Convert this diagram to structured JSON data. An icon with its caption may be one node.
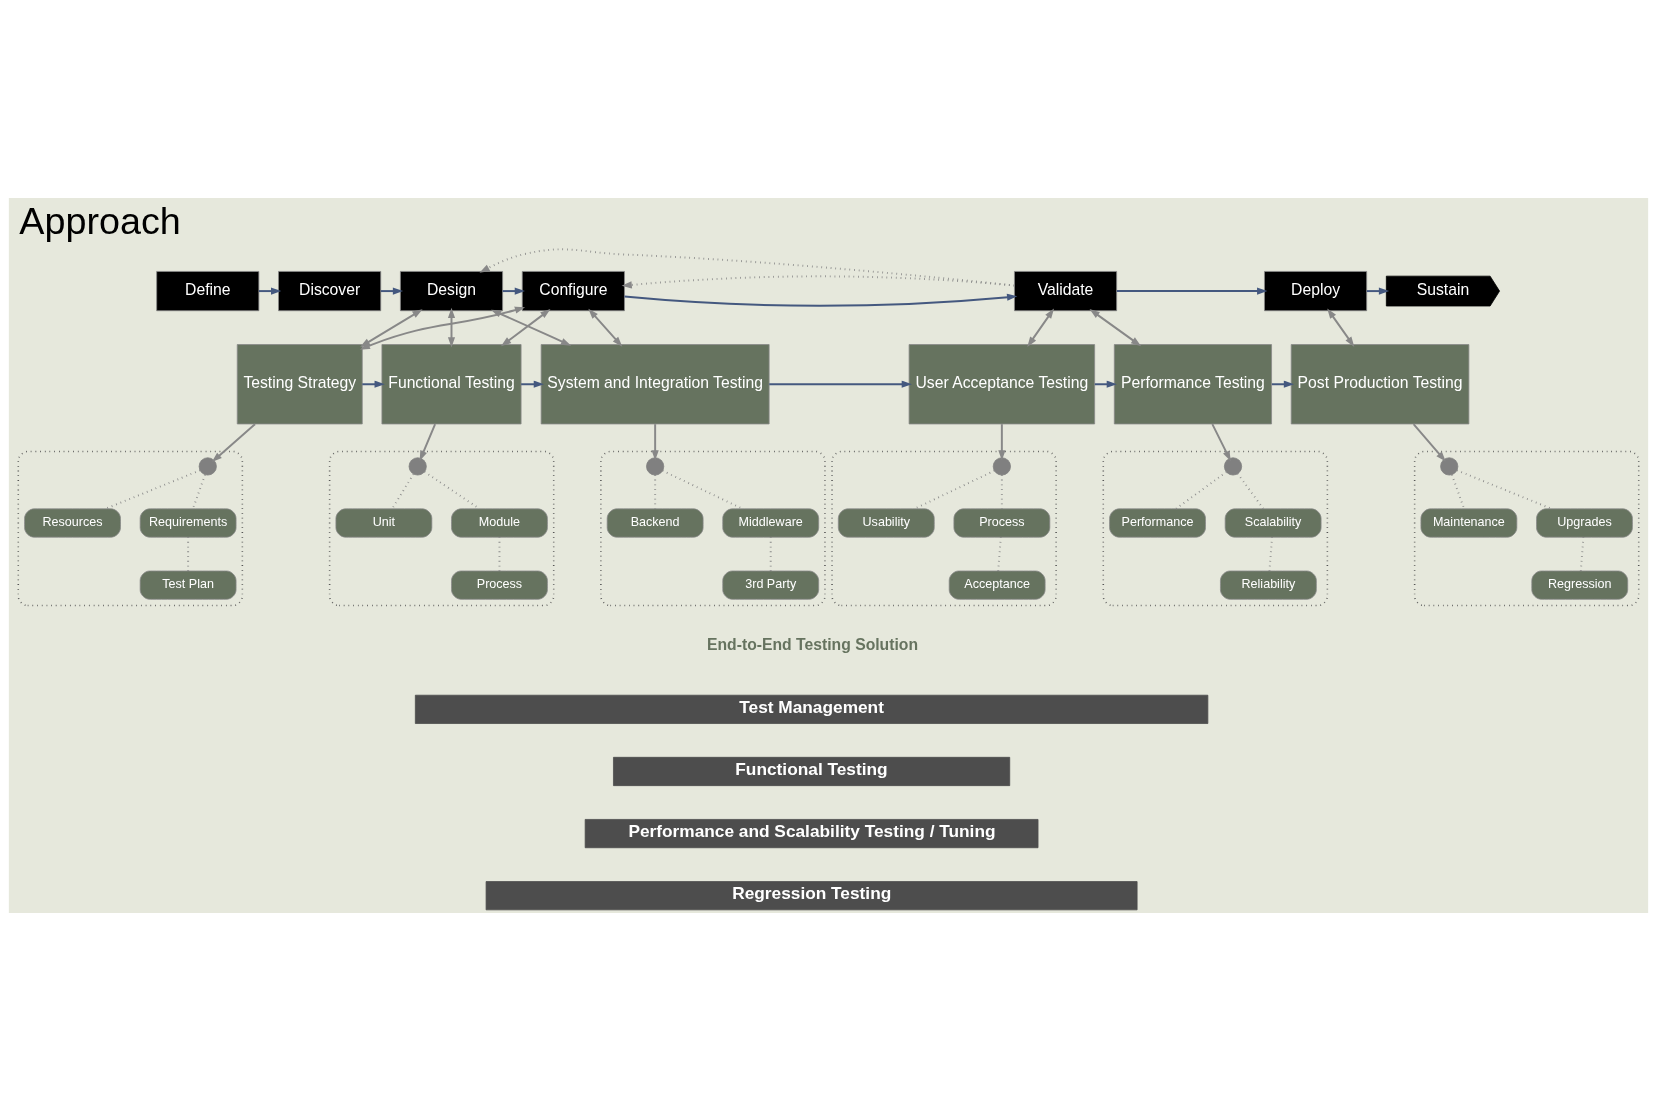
{
  "diagram": {
    "title": "Approach",
    "nodes": [
      {
        "text": [
          "Define"
        ]
      },
      {
        "text": [
          "Discover"
        ]
      },
      {
        "text": [
          "Design"
        ]
      },
      {
        "text": [
          "Configure"
        ]
      },
      {
        "text": [
          "Validate"
        ]
      },
      {
        "text": [
          "Deploy"
        ]
      },
      {
        "text": [
          "Sustain"
        ]
      },
      {
        "text": [
          "Testing Strategy"
        ]
      },
      {
        "text": [
          "Functional Testing"
        ]
      },
      {
        "text": [
          "System and Integration Testing"
        ]
      },
      {
        "text": [
          "User Acceptance Testing"
        ]
      },
      {
        "text": [
          "Performance Testing"
        ]
      },
      {
        "text": [
          "Post Production Testing"
        ]
      },
      {
        "text": [],
        "shape": "box"
      },
      {
        "text": [],
        "shape": "circle",
        "in": 13
      },
      {
        "text": [
          "Resources"
        ],
        "in": 13
      },
      {
        "text": [
          "Requirements"
        ],
        "in": 13
      },
      {
        "text": [
          "Test Plan"
        ],
        "in": 13
      },
      {
        "text": [],
        "shape": "box"
      },
      {
        "text": [],
        "shape": "circle",
        "in": 18
      },
      {
        "text": [
          "Unit"
        ],
        "in": 18
      },
      {
        "text": [
          "Module"
        ],
        "in": 18
      },
      {
        "text": [
          "Process"
        ],
        "in": 18
      },
      {
        "text": [],
        "shape": "box"
      },
      {
        "text": [],
        "shape": "circle",
        "in": 23
      },
      {
        "text": [
          "Backend"
        ],
        "in": 23
      },
      {
        "text": [
          "Middleware"
        ],
        "in": 23
      },
      {
        "text": [
          "3rd Party"
        ],
        "in": 23
      },
      {
        "text": [],
        "shape": "box"
      },
      {
        "text": [],
        "shape": "circle",
        "in": 28
      },
      {
        "text": [
          "Usability"
        ],
        "in": 28
      },
      {
        "text": [
          "Process"
        ],
        "in": 28
      },
      {
        "text": [
          "Acceptance"
        ],
        "in": 28
      },
      {
        "text": [],
        "shape": "box"
      },
      {
        "text": [],
        "shape": "circle",
        "in": 33
      },
      {
        "text": [
          "Performance"
        ],
        "in": 33
      },
      {
        "text": [
          "Scalability"
        ],
        "in": 33
      },
      {
        "text": [
          "Reliability"
        ],
        "in": 33
      },
      {
        "text": [],
        "shape": "box"
      },
      {
        "text": [],
        "shape": "circle",
        "in": 38
      },
      {
        "text": [
          "Maintenance"
        ],
        "in": 38
      },
      {
        "text": [
          "Upgrades"
        ],
        "in": 38
      },
      {
        "text": [
          "Regression"
        ],
        "in": 38
      },
      {
        "text": [
          "Test Management"
        ]
      },
      {
        "text": [
          "Functional Testing"
        ]
      },
      {
        "text": [
          "Performance and Scalability Testing / Tuning"
        ]
      },
      {
        "text": [
          "Regression Testing"
        ]
      }
    ],
    "edges": [
      {
        "from": 0,
        "to": 1,
        "arrow": "to",
        "color": "#44587f"
      },
      {
        "from": 1,
        "to": 2,
        "arrow": "to",
        "color": "#44587f"
      },
      {
        "from": 2,
        "to": 3,
        "arrow": "to",
        "color": "#44587f"
      },
      {
        "from": 3,
        "to": 4,
        "arrow": "to",
        "color": "#44587f"
      },
      {
        "from": 4,
        "to": 5,
        "arrow": "to",
        "color": "#44587f"
      },
      {
        "from": 5,
        "to": 6,
        "arrow": "to",
        "color": "#44587f"
      },
      {
        "from": 4,
        "to": 2,
        "arrow": "to",
        "style": "dashed"
      },
      {
        "from": 4,
        "to": 3,
        "arrow": "to",
        "style": "dashed"
      },
      {
        "from": 2,
        "to": 7,
        "arrow": "both"
      },
      {
        "from": 2,
        "to": 8,
        "arrow": "both"
      },
      {
        "from": 2,
        "to": 9,
        "arrow": "both"
      },
      {
        "from": 3,
        "to": 7,
        "arrow": "both"
      },
      {
        "from": 3,
        "to": 8,
        "arrow": "both"
      },
      {
        "from": 3,
        "to": 9,
        "arrow": "both"
      },
      {
        "from": 4,
        "to": 10,
        "arrow": "both"
      },
      {
        "from": 4,
        "to": 11,
        "arrow": "both"
      },
      {
        "from": 5,
        "to": 12,
        "arrow": "both"
      },
      {
        "from": 7,
        "to": 8,
        "arrow": "to",
        "color": "#44587f"
      },
      {
        "from": 8,
        "to": 9,
        "arrow": "to",
        "color": "#44587f"
      },
      {
        "from": 9,
        "to": 10,
        "arrow": "to",
        "color": "#44587f"
      },
      {
        "from": 10,
        "to": 11,
        "arrow": "to",
        "color": "#44587f"
      },
      {
        "from": 11,
        "to": 12,
        "arrow": "to",
        "color": "#44587f"
      },
      {
        "from": 7,
        "to": 14,
        "arrow": "to"
      },
      {
        "from": 8,
        "to": 19,
        "arrow": "to"
      },
      {
        "from": 9,
        "to": 24,
        "arrow": "to"
      },
      {
        "from": 10,
        "to": 29,
        "arrow": "to"
      },
      {
        "from": 11,
        "to": 34,
        "arrow": "to"
      },
      {
        "from": 12,
        "to": 39,
        "arrow": "to"
      },
      {
        "from": 14,
        "to": 15,
        "arrow": "none",
        "style": "dashed"
      },
      {
        "from": 14,
        "to": 16,
        "arrow": "none",
        "style": "dashed"
      },
      {
        "from": 16,
        "to": 17,
        "arrow": "none",
        "style": "dashed"
      },
      {
        "from": 19,
        "to": 20,
        "arrow": "none",
        "style": "dashed"
      },
      {
        "from": 19,
        "to": 21,
        "arrow": "none",
        "style": "dashed"
      },
      {
        "from": 21,
        "to": 22,
        "arrow": "none",
        "style": "dashed"
      },
      {
        "from": 24,
        "to": 25,
        "arrow": "none",
        "style": "dashed"
      },
      {
        "from": 24,
        "to": 26,
        "arrow": "none",
        "style": "dashed"
      },
      {
        "from": 26,
        "to": 27,
        "arrow": "none",
        "style": "dashed"
      },
      {
        "from": 29,
        "to": 30,
        "arrow": "none",
        "style": "dashed"
      },
      {
        "from": 29,
        "to": 31,
        "arrow": "none",
        "style": "dashed"
      },
      {
        "from": 31,
        "to": 32,
        "arrow": "none",
        "style": "dashed"
      },
      {
        "from": 34,
        "to": 35,
        "arrow": "none",
        "style": "dashed"
      },
      {
        "from": 34,
        "to": 36,
        "arrow": "none",
        "style": "dashed"
      },
      {
        "from": 36,
        "to": 37,
        "arrow": "none",
        "style": "dashed"
      },
      {
        "from": 39,
        "to": 40,
        "arrow": "none",
        "style": "dashed"
      },
      {
        "from": 39,
        "to": 41,
        "arrow": "none",
        "style": "dashed"
      },
      {
        "from": 41,
        "to": 42,
        "arrow": "none",
        "style": "dashed"
      }
    ],
    "labels": [
      "End-to-End Testing Solution"
    ]
  }
}
